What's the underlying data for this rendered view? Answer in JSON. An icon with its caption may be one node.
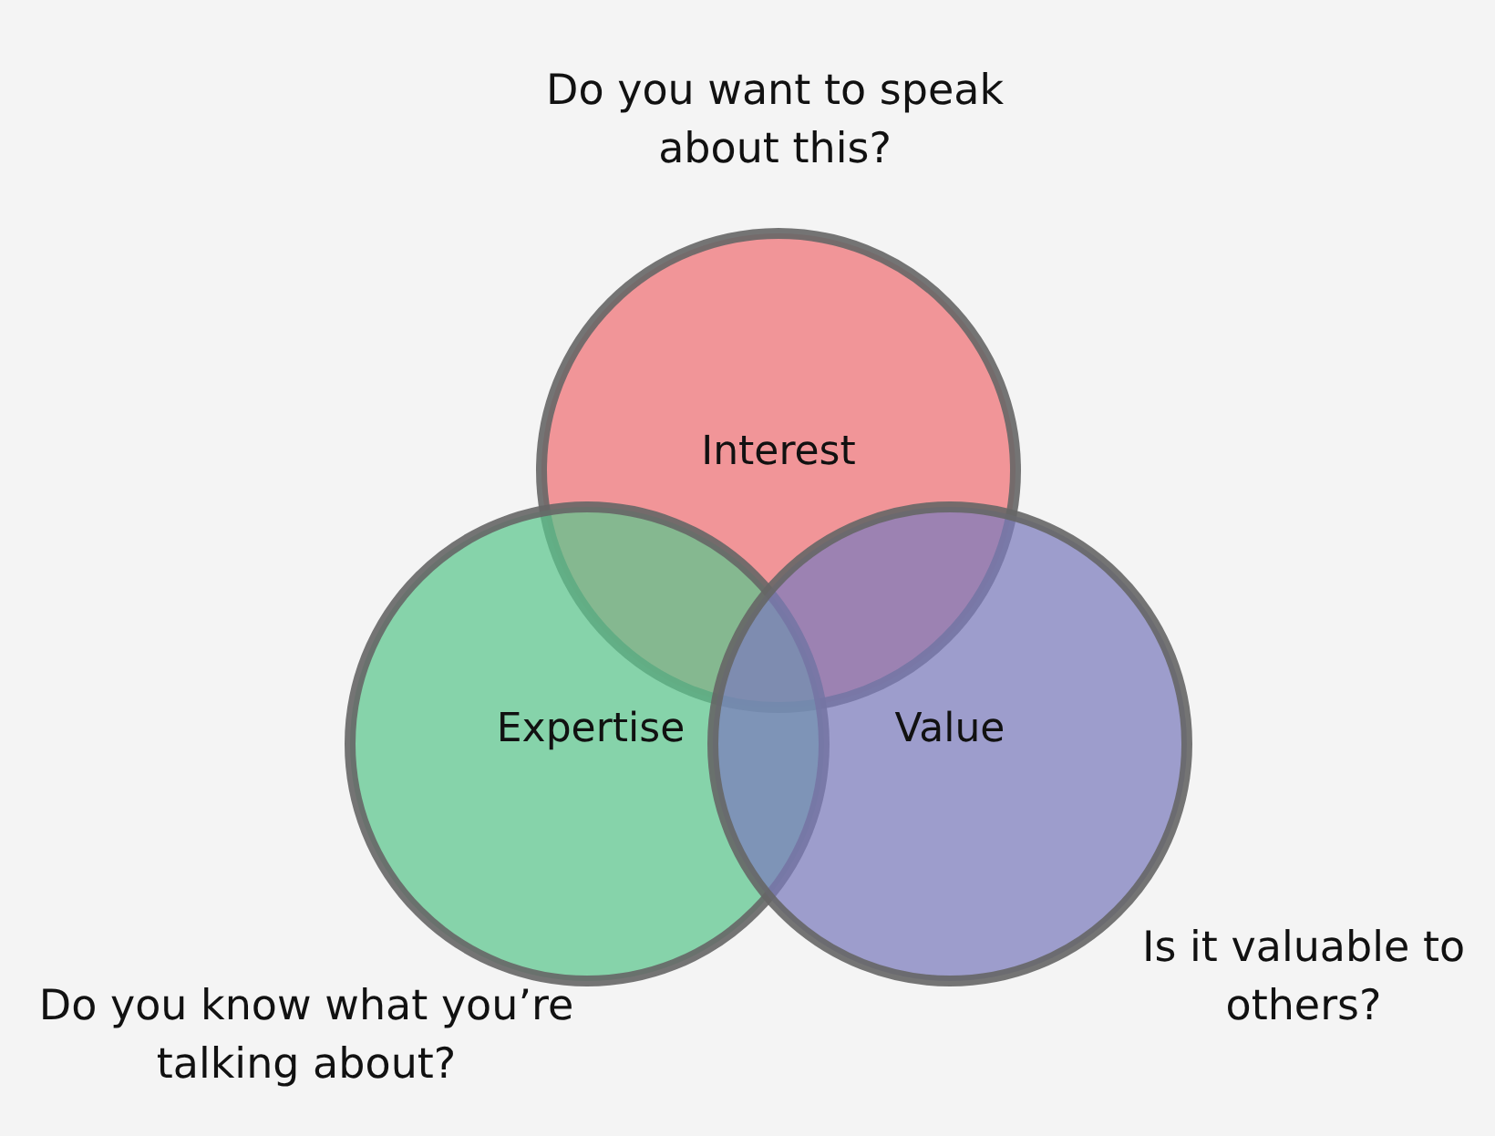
{
  "diagram": {
    "nodes": [
      {
        "text": [
          "Interest"
        ],
        "beside": [
          "Do you want to speak about this?"
        ]
      },
      {
        "text": [
          "Expertise"
        ],
        "beside": [
          "Do you know what you’re talking about?"
        ]
      },
      {
        "text": [
          "Value"
        ],
        "beside": [
          "Is it valuable to others?"
        ]
      }
    ],
    "edges": []
  }
}
